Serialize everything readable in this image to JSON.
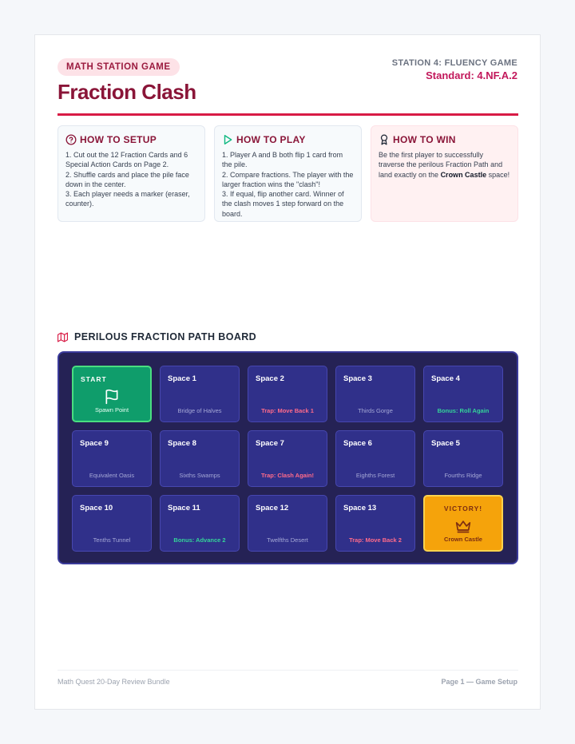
{
  "header": {
    "badge": "MATH STATION GAME",
    "title": "Fraction Clash",
    "station": "STATION 4: FLUENCY GAME",
    "standard": "Standard: 4.NF.A.2"
  },
  "cards": {
    "setup": {
      "title": "HOW TO SETUP",
      "icon": "question-circle-icon",
      "lines": [
        "1. Cut out the 12 Fraction Cards and 6 Special Action Cards on Page 2.",
        "2. Shuffle cards and place the pile face down in the center.",
        "3. Each player needs a marker (eraser, counter)."
      ]
    },
    "play": {
      "title": "HOW TO PLAY",
      "icon": "play-icon",
      "lines": [
        "1. Player A and B both flip 1 card from the pile.",
        "2. Compare fractions. The player with the larger fraction wins the \"clash\"!",
        "3. If equal, flip another card. Winner of the clash moves 1 step forward on the board."
      ]
    },
    "win": {
      "title": "HOW TO WIN",
      "icon": "award-icon",
      "text_before": "Be the first player to successfully traverse the perilous Fraction Path and land exactly on the ",
      "text_bold": "Crown Castle",
      "text_after": " space!"
    }
  },
  "board": {
    "title": "PERILOUS FRACTION PATH BOARD",
    "icon": "map-icon",
    "tiles": [
      {
        "name": "START",
        "sub": "Spawn Point",
        "kind": "start",
        "icon": "flag-icon"
      },
      {
        "name": "Space 1",
        "sub": "Bridge of Halves",
        "kind": "normal"
      },
      {
        "name": "Space 2",
        "sub": "Trap: Move Back 1",
        "kind": "trap"
      },
      {
        "name": "Space 3",
        "sub": "Thirds Gorge",
        "kind": "normal"
      },
      {
        "name": "Space 4",
        "sub": "Bonus: Roll Again",
        "kind": "bonus"
      },
      {
        "name": "Space 9",
        "sub": "Equivalent Oasis",
        "kind": "normal"
      },
      {
        "name": "Space 8",
        "sub": "Sixths Swamps",
        "kind": "normal"
      },
      {
        "name": "Space 7",
        "sub": "Trap: Clash Again!",
        "kind": "trap"
      },
      {
        "name": "Space 6",
        "sub": "Eighths Forest",
        "kind": "normal"
      },
      {
        "name": "Space 5",
        "sub": "Fourths Ridge",
        "kind": "normal"
      },
      {
        "name": "Space 10",
        "sub": "Tenths Tunnel",
        "kind": "normal"
      },
      {
        "name": "Space 11",
        "sub": "Bonus: Advance 2",
        "kind": "bonus"
      },
      {
        "name": "Space 12",
        "sub": "Twelfths Desert",
        "kind": "normal"
      },
      {
        "name": "Space 13",
        "sub": "Trap: Move Back 2",
        "kind": "trap"
      },
      {
        "name": "VICTORY!",
        "sub": "Crown Castle",
        "kind": "victory",
        "icon": "crown-icon"
      }
    ]
  },
  "footer": {
    "left": "Math Quest 20-Day Review Bundle",
    "right": "Page 1 — Game Setup"
  },
  "colors": {
    "brand": "#8a1538",
    "accent": "#d81b45",
    "board": "#252255",
    "tile": "#30308a",
    "start": "#0f9d6b",
    "victory": "#f5a30b"
  }
}
